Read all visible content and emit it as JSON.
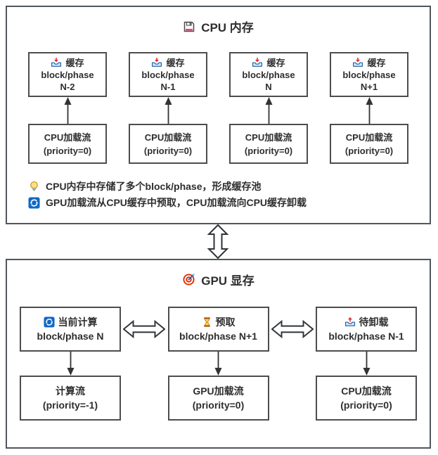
{
  "appearance": {
    "panel_border": "#50565c",
    "box_border": "#4d4d4d",
    "text_color": "#2e2e2e",
    "arrow_color": "#333333",
    "accent_blue": "#1168c6",
    "accent_red": "#dd2c2c",
    "accent_yellow": "#ffe083",
    "accent_pink": "#ec2d64",
    "accent_orange": "#bf6000"
  },
  "cpu_panel": {
    "title": "CPU 内存",
    "title_icon": "floppy-disk-icon",
    "cache_boxes": [
      {
        "icon": "inbox-tray-icon",
        "label": "缓存",
        "line2": "block/phase",
        "line3": "N-2"
      },
      {
        "icon": "inbox-tray-icon",
        "label": "缓存",
        "line2": "block/phase",
        "line3": "N-1"
      },
      {
        "icon": "inbox-tray-icon",
        "label": "缓存",
        "line2": "block/phase",
        "line3": "N"
      },
      {
        "icon": "inbox-tray-icon",
        "label": "缓存",
        "line2": "block/phase",
        "line3": "N+1"
      }
    ],
    "stream_boxes": [
      {
        "line1": "CPU加载流",
        "line2": "(priority=0)"
      },
      {
        "line1": "CPU加载流",
        "line2": "(priority=0)"
      },
      {
        "line1": "CPU加载流",
        "line2": "(priority=0)"
      },
      {
        "line1": "CPU加载流",
        "line2": "(priority=0)"
      }
    ],
    "notes": [
      {
        "icon": "light-bulb-icon",
        "text": "CPU内存中存储了多个block/phase，形成缓存池"
      },
      {
        "icon": "sync-icon",
        "text": "GPU加载流从CPU缓存中预取，CPU加载流向CPU缓存卸载"
      }
    ]
  },
  "gpu_panel": {
    "title": "GPU 显存",
    "title_icon": "target-icon",
    "block_boxes": [
      {
        "icon": "sync-icon",
        "label": "当前计算",
        "line2": "block/phase N"
      },
      {
        "icon": "hourglass-icon",
        "label": "预取",
        "line2": "block/phase N+1"
      },
      {
        "icon": "outbox-tray-icon",
        "label": "待卸载",
        "line2": "block/phase N-1"
      }
    ],
    "stream_boxes": [
      {
        "line1": "计算流",
        "line2": "(priority=-1)"
      },
      {
        "line1": "GPU加载流",
        "line2": "(priority=0)"
      },
      {
        "line1": "CPU加载流",
        "line2": "(priority=0)"
      }
    ]
  }
}
